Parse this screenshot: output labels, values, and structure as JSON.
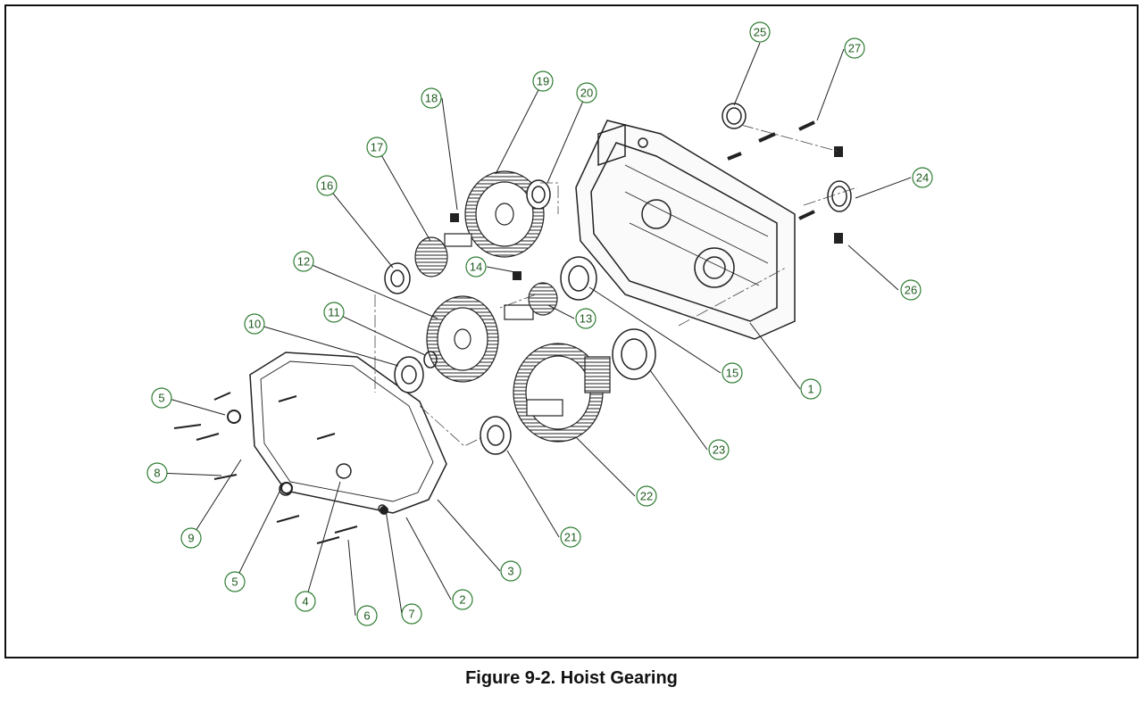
{
  "figure": {
    "caption": "Figure 9-2. Hoist Gearing"
  },
  "colors": {
    "callout": "#2e7d32",
    "line": "#222222"
  },
  "callouts": [
    {
      "id": "c25",
      "label": "25"
    },
    {
      "id": "c27",
      "label": "27"
    },
    {
      "id": "c19",
      "label": "19"
    },
    {
      "id": "c18",
      "label": "18"
    },
    {
      "id": "c20",
      "label": "20"
    },
    {
      "id": "c17",
      "label": "17"
    },
    {
      "id": "c16",
      "label": "16"
    },
    {
      "id": "c24",
      "label": "24"
    },
    {
      "id": "c12",
      "label": "12"
    },
    {
      "id": "c14",
      "label": "14"
    },
    {
      "id": "c26",
      "label": "26"
    },
    {
      "id": "c11",
      "label": "11"
    },
    {
      "id": "c13",
      "label": "13"
    },
    {
      "id": "c10",
      "label": "10"
    },
    {
      "id": "c15",
      "label": "15"
    },
    {
      "id": "c1",
      "label": "1"
    },
    {
      "id": "c5a",
      "label": "5"
    },
    {
      "id": "c23",
      "label": "23"
    },
    {
      "id": "c8",
      "label": "8"
    },
    {
      "id": "c22",
      "label": "22"
    },
    {
      "id": "c9",
      "label": "9"
    },
    {
      "id": "c21",
      "label": "21"
    },
    {
      "id": "c3",
      "label": "3"
    },
    {
      "id": "c5b",
      "label": "5"
    },
    {
      "id": "c2",
      "label": "2"
    },
    {
      "id": "c4",
      "label": "4"
    },
    {
      "id": "c7",
      "label": "7"
    },
    {
      "id": "c6",
      "label": "6"
    }
  ]
}
